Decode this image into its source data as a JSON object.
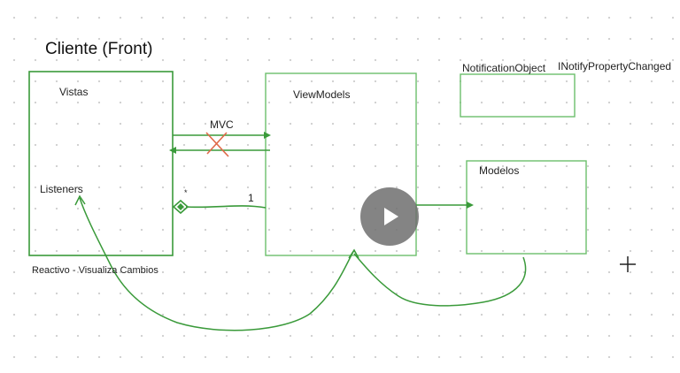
{
  "diagram": {
    "title": "Cliente (Front)",
    "boxes": {
      "vistas": "Vistas",
      "listeners": "Listeners",
      "viewmodels": "ViewModels",
      "notification_object": "NotificationObject",
      "inotify": "INotifyPropertyChanged",
      "modelos": "Modelos"
    },
    "edges": {
      "mvc": "MVC",
      "many": "*",
      "one": "1"
    },
    "notes": {
      "reactivo": "Reactivo - Visualiza Cambios"
    }
  },
  "colors": {
    "stroke": "#3a9a3a",
    "stroke_light": "#6cbf6c",
    "cross": "#e06a4a"
  },
  "video": {
    "play_icon": "play-icon"
  },
  "cursor": {
    "icon": "plus-icon"
  }
}
